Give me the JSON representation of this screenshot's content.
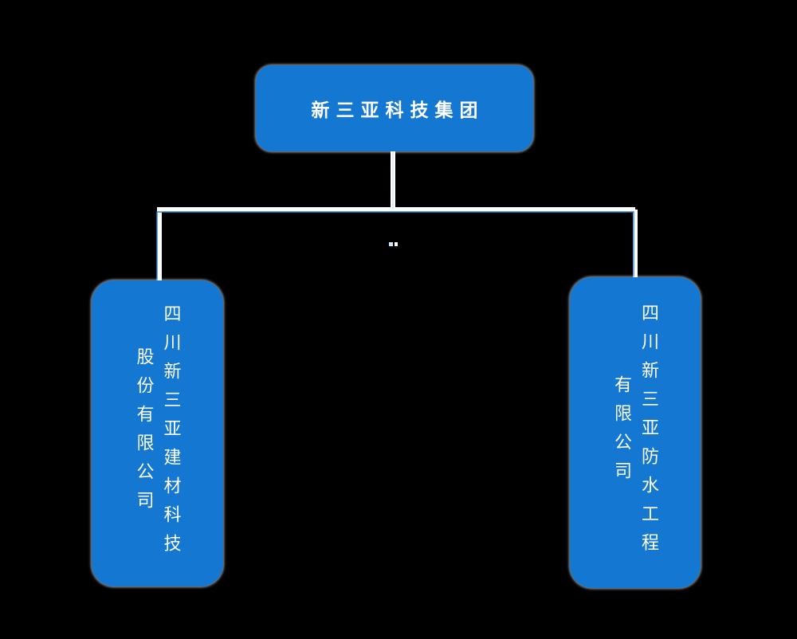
{
  "diagram": {
    "type": "org-chart",
    "background_color": "#000000",
    "node_fill_color": "#1478d2",
    "node_text_color": "#ffffff",
    "connector_outer_color": "#ffffff",
    "connector_core_color": "#2e7fd2",
    "connector_core_pale_color": "#cfe9fb",
    "root": {
      "label": "新三亚科技集团"
    },
    "children": [
      {
        "label": "四川新三亚建材科技股份有限公司",
        "lines": [
          "四川新三亚建材科技",
          "股份有限公司"
        ]
      },
      {
        "label": "四川新三亚防水工程有限公司",
        "lines": [
          "四川新三亚防水工程",
          "有限公司"
        ]
      }
    ]
  }
}
